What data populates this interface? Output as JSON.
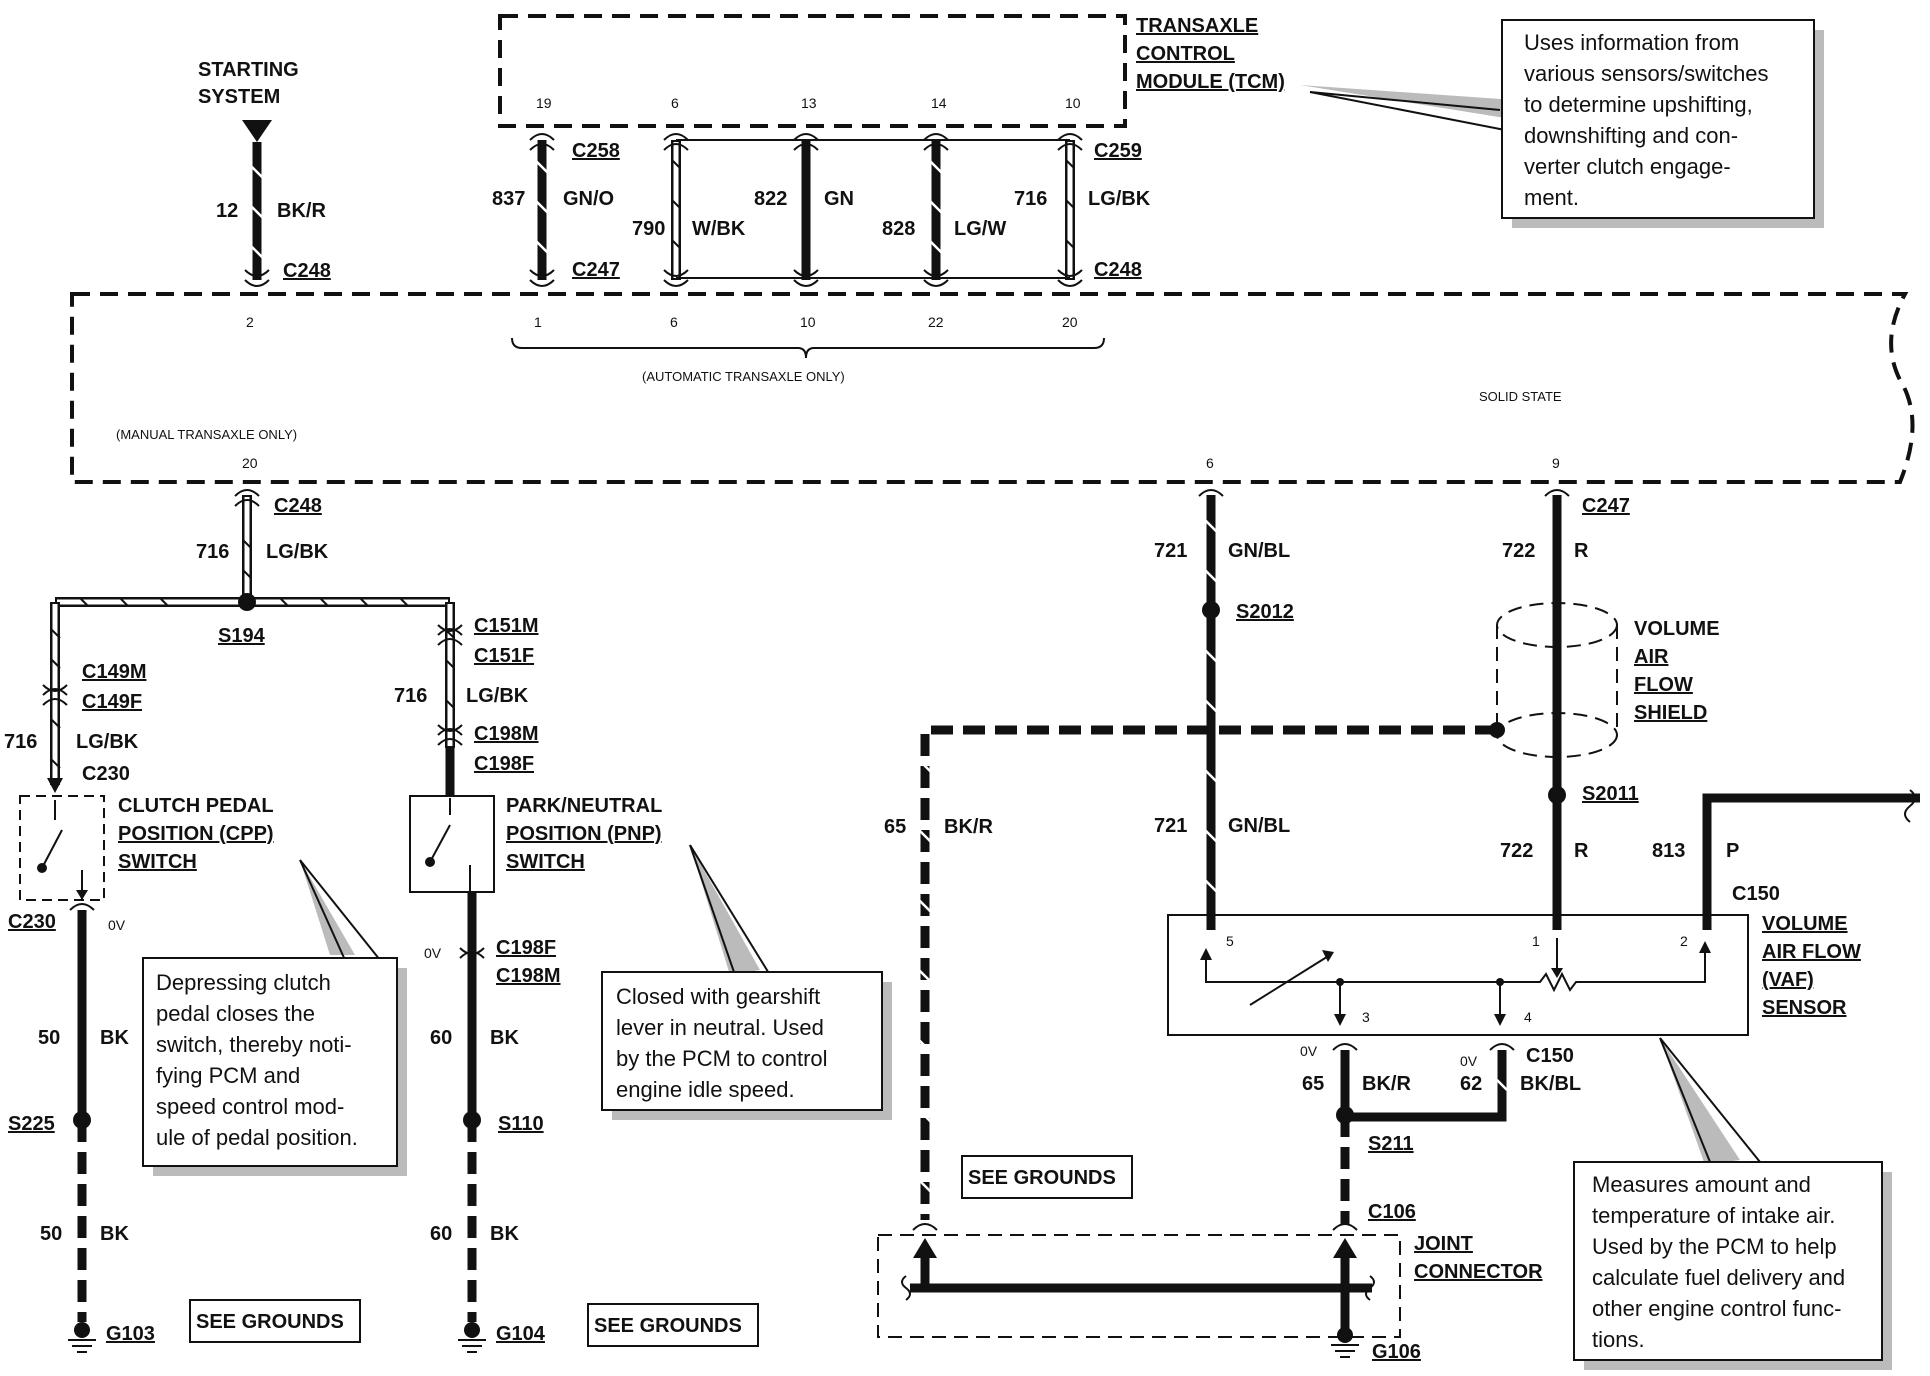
{
  "modules": {
    "tcm": {
      "line1": "TRANSAXLE",
      "line2": "CONTROL",
      "line3": "MODULE (TCM)",
      "pins": [
        "19",
        "6",
        "13",
        "14",
        "10"
      ]
    },
    "pcm": {
      "label": "SOLID STATE",
      "auto_note": "(AUTOMATIC TRANSAXLE ONLY)",
      "manual_note": "(MANUAL TRANSAXLE ONLY)",
      "pin_top_left": "2",
      "pins_top": [
        "1",
        "6",
        "10",
        "22",
        "20"
      ],
      "pin_bottom_left": "20",
      "pin_bottom_6": "6",
      "pin_bottom_9": "9"
    }
  },
  "starting": {
    "line1": "STARTING",
    "line2": "SYSTEM",
    "circuit": "12",
    "color": "BK/R",
    "connector": "C248"
  },
  "tcm_wires": [
    {
      "circuit": "837",
      "color": "GN/O"
    },
    {
      "circuit": "790",
      "color": "W/BK"
    },
    {
      "circuit": "822",
      "color": "GN"
    },
    {
      "circuit": "828",
      "color": "LG/W"
    },
    {
      "circuit": "716",
      "color": "LG/BK"
    }
  ],
  "connectors": {
    "c258": "C258",
    "c259": "C259",
    "c247_top": "C247",
    "c248_top": "C248",
    "c248_low": "C248",
    "c247_right": "C247",
    "c149m": "C149M",
    "c149f": "C149F",
    "c230_top": "C230",
    "c230_bot": "C230",
    "c151m": "C151M",
    "c151f": "C151F",
    "c198m": "C198M",
    "c198f": "C198F",
    "c198f_b": "C198F",
    "c198m_b": "C198M",
    "c150_top": "C150",
    "c150_bot": "C150",
    "c106": "C106"
  },
  "splices": {
    "s194": "S194",
    "s2012": "S2012",
    "s2011": "S2011",
    "s225": "S225",
    "s110": "S110",
    "s211": "S211"
  },
  "wires": {
    "w716_main": {
      "circuit": "716",
      "color": "LG/BK"
    },
    "w716_cpp": {
      "circuit": "716",
      "color": "LG/BK"
    },
    "w716_pnp": {
      "circuit": "716",
      "color": "LG/BK"
    },
    "w721_a": {
      "circuit": "721",
      "color": "GN/BL"
    },
    "w721_b": {
      "circuit": "721",
      "color": "GN/BL"
    },
    "w722_a": {
      "circuit": "722",
      "color": "R"
    },
    "w722_b": {
      "circuit": "722",
      "color": "R"
    },
    "w813": {
      "circuit": "813",
      "color": "P"
    },
    "w65_left": {
      "circuit": "65",
      "color": "BK/R"
    },
    "w65_bot": {
      "circuit": "65",
      "color": "BK/R"
    },
    "w62": {
      "circuit": "62",
      "color": "BK/BL"
    },
    "w50_a": {
      "circuit": "50",
      "color": "BK"
    },
    "w50_b": {
      "circuit": "50",
      "color": "BK"
    },
    "w60_a": {
      "circuit": "60",
      "color": "BK"
    },
    "w60_b": {
      "circuit": "60",
      "color": "BK"
    }
  },
  "voltages": {
    "v_cpp": "0V",
    "v_pnp": "0V",
    "v_65": "0V",
    "v_62": "0V"
  },
  "components": {
    "cpp": {
      "line1": "CLUTCH PEDAL",
      "line2": "POSITION (CPP)",
      "line3": "SWITCH"
    },
    "pnp": {
      "line1": "PARK/NEUTRAL",
      "line2": "POSITION (PNP)",
      "line3": "SWITCH"
    },
    "vaf": {
      "line1": "VOLUME",
      "line2": "AIR FLOW",
      "line3": "(VAF)",
      "line4": "SENSOR",
      "pins": [
        "5",
        "1",
        "2",
        "3",
        "4"
      ]
    },
    "shield": {
      "line1": "VOLUME",
      "line2": "AIR",
      "line3": "FLOW",
      "line4": "SHIELD"
    },
    "joint": {
      "line1": "JOINT",
      "line2": "CONNECTOR"
    }
  },
  "grounds": {
    "g103": "G103",
    "g104": "G104",
    "g106": "G106",
    "see1": "SEE GROUNDS",
    "see2": "SEE GROUNDS",
    "see3": "SEE GROUNDS"
  },
  "notes": {
    "tcm": [
      "Uses information from",
      "various sensors/switches",
      "to determine upshifting,",
      "downshifting and con-",
      "verter clutch engage-",
      "ment."
    ],
    "cpp": [
      "Depressing clutch",
      "pedal closes the",
      "switch, thereby noti-",
      "fying PCM and",
      "speed control mod-",
      "ule of pedal position."
    ],
    "pnp": [
      "Closed with gearshift",
      "lever in neutral. Used",
      "by the PCM to control",
      "engine idle speed."
    ],
    "vaf": [
      "Measures amount and",
      "temperature of intake air.",
      "Used by the PCM to help",
      "calculate fuel delivery and",
      "other engine control func-",
      "tions."
    ]
  }
}
